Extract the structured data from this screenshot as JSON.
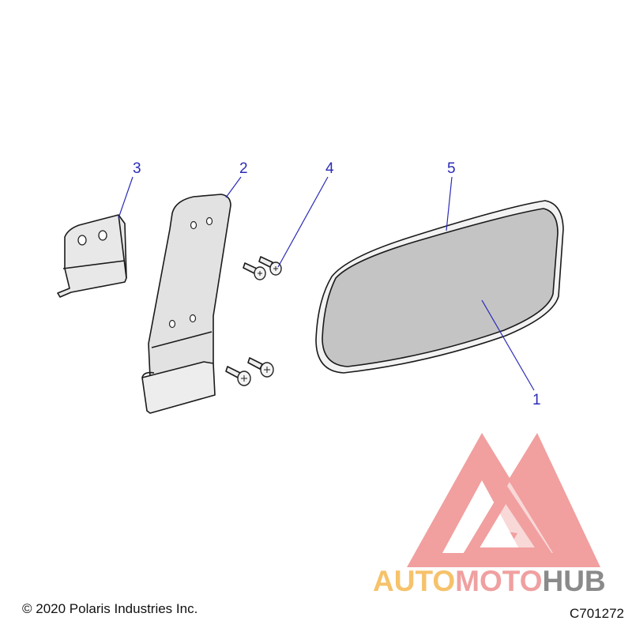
{
  "callouts": [
    {
      "id": "1",
      "label": "1"
    },
    {
      "id": "2",
      "label": "2"
    },
    {
      "id": "3",
      "label": "3"
    },
    {
      "id": "4",
      "label": "4"
    },
    {
      "id": "5",
      "label": "5"
    }
  ],
  "footer": {
    "copyright": "© 2020 Polaris Industries Inc.",
    "diagram_code": "C701272"
  },
  "watermark": {
    "part1": "AUTO",
    "part2": "MOTO",
    "part3": "HUB",
    "colors": {
      "triangle": "#ef8f8f",
      "auto": "#f6c26a",
      "moto": "#f0a0a0",
      "hub": "#8a8a8a"
    }
  },
  "colors": {
    "callout": "#2b2bb8",
    "mirror_glass": "#c4c4c4",
    "bracket": "#e6e6e6"
  }
}
